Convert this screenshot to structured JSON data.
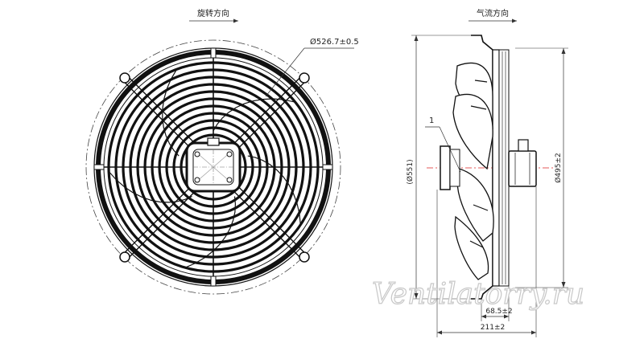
{
  "front_view": {
    "rotation_label": "旋转方向",
    "guard_diameter": "Ø526.7±0.5"
  },
  "side_view": {
    "airflow_label": "气流方向",
    "overall_diameter": "(Ø551)",
    "ring_diameter": "Ø495±2",
    "part_number": "1",
    "depth_mount": "68.5±2",
    "depth_total": "211±2"
  },
  "watermark": "Ventilatorry.ru"
}
